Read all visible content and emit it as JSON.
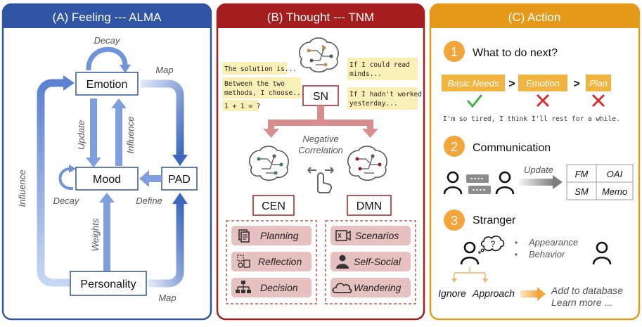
{
  "colors": {
    "panel_a": "#2f55a4",
    "panel_b": "#a51d1d",
    "panel_c": "#e69a1c",
    "arrow_blue": "#6f94d9",
    "arrow_red": "#d98e8e",
    "note_yellow": "#fbefb8",
    "pink_box": "#e7c0c0",
    "check_green": "#4caf50",
    "cross_red": "#d32f2f"
  },
  "panel_a": {
    "title": "(A) Feeling --- ALMA",
    "nodes": {
      "emotion": "Emotion",
      "mood": "Mood",
      "pad": "PAD",
      "personality": "Personality"
    },
    "labels": {
      "decay_top": "Decay",
      "decay_left": "Decay",
      "update": "Update",
      "influence_mid": "Influence",
      "influence_left": "Influence",
      "map_top": "Map",
      "map_bottom": "Map",
      "define": "Define",
      "weights": "Weights"
    }
  },
  "panel_b": {
    "title": "(B) Thought --- TNM",
    "sn": "SN",
    "cen": "CEN",
    "dmn": "DMN",
    "neg_corr": [
      "Negative",
      "Correlation"
    ],
    "notes_left": [
      "The solution is...",
      "Between the two",
      "methods, I choose...",
      "1 + 1 = ?"
    ],
    "notes_right": [
      "If I could read",
      "minds...",
      "If I hadn't worked",
      "yesterday..."
    ],
    "cen_items": [
      {
        "label": "Planning",
        "icon": "document-icon"
      },
      {
        "label": "Reflection",
        "icon": "reflection-icon"
      },
      {
        "label": "Decision",
        "icon": "hierarchy-icon"
      }
    ],
    "dmn_items": [
      {
        "label": "Scenarios",
        "icon": "vr-headset-icon"
      },
      {
        "label": "Self-Social",
        "icon": "person-icon"
      },
      {
        "label": "Wandering",
        "icon": "cloud-icon"
      }
    ]
  },
  "panel_c": {
    "title": "(C) Action",
    "steps": [
      {
        "num": "1",
        "label": "What to do next?"
      },
      {
        "num": "2",
        "label": "Communication"
      },
      {
        "num": "3",
        "label": "Stranger"
      }
    ],
    "priority": {
      "basic": "Basic Needs",
      "emotion": "Emotion",
      "plan": "Plan",
      "sep": ">"
    },
    "tired_text": "I'm so tired, I think I'll rest for a while.",
    "update": "Update",
    "memory": [
      "FM",
      "OAI",
      "SM",
      "Memo"
    ],
    "appearance": "Appearance",
    "behavior": "Behavior",
    "bullet": "•",
    "question": "?",
    "ignore": "Ignore",
    "approach": "Approach",
    "database": [
      "Add to database",
      "Learn more ..."
    ]
  }
}
